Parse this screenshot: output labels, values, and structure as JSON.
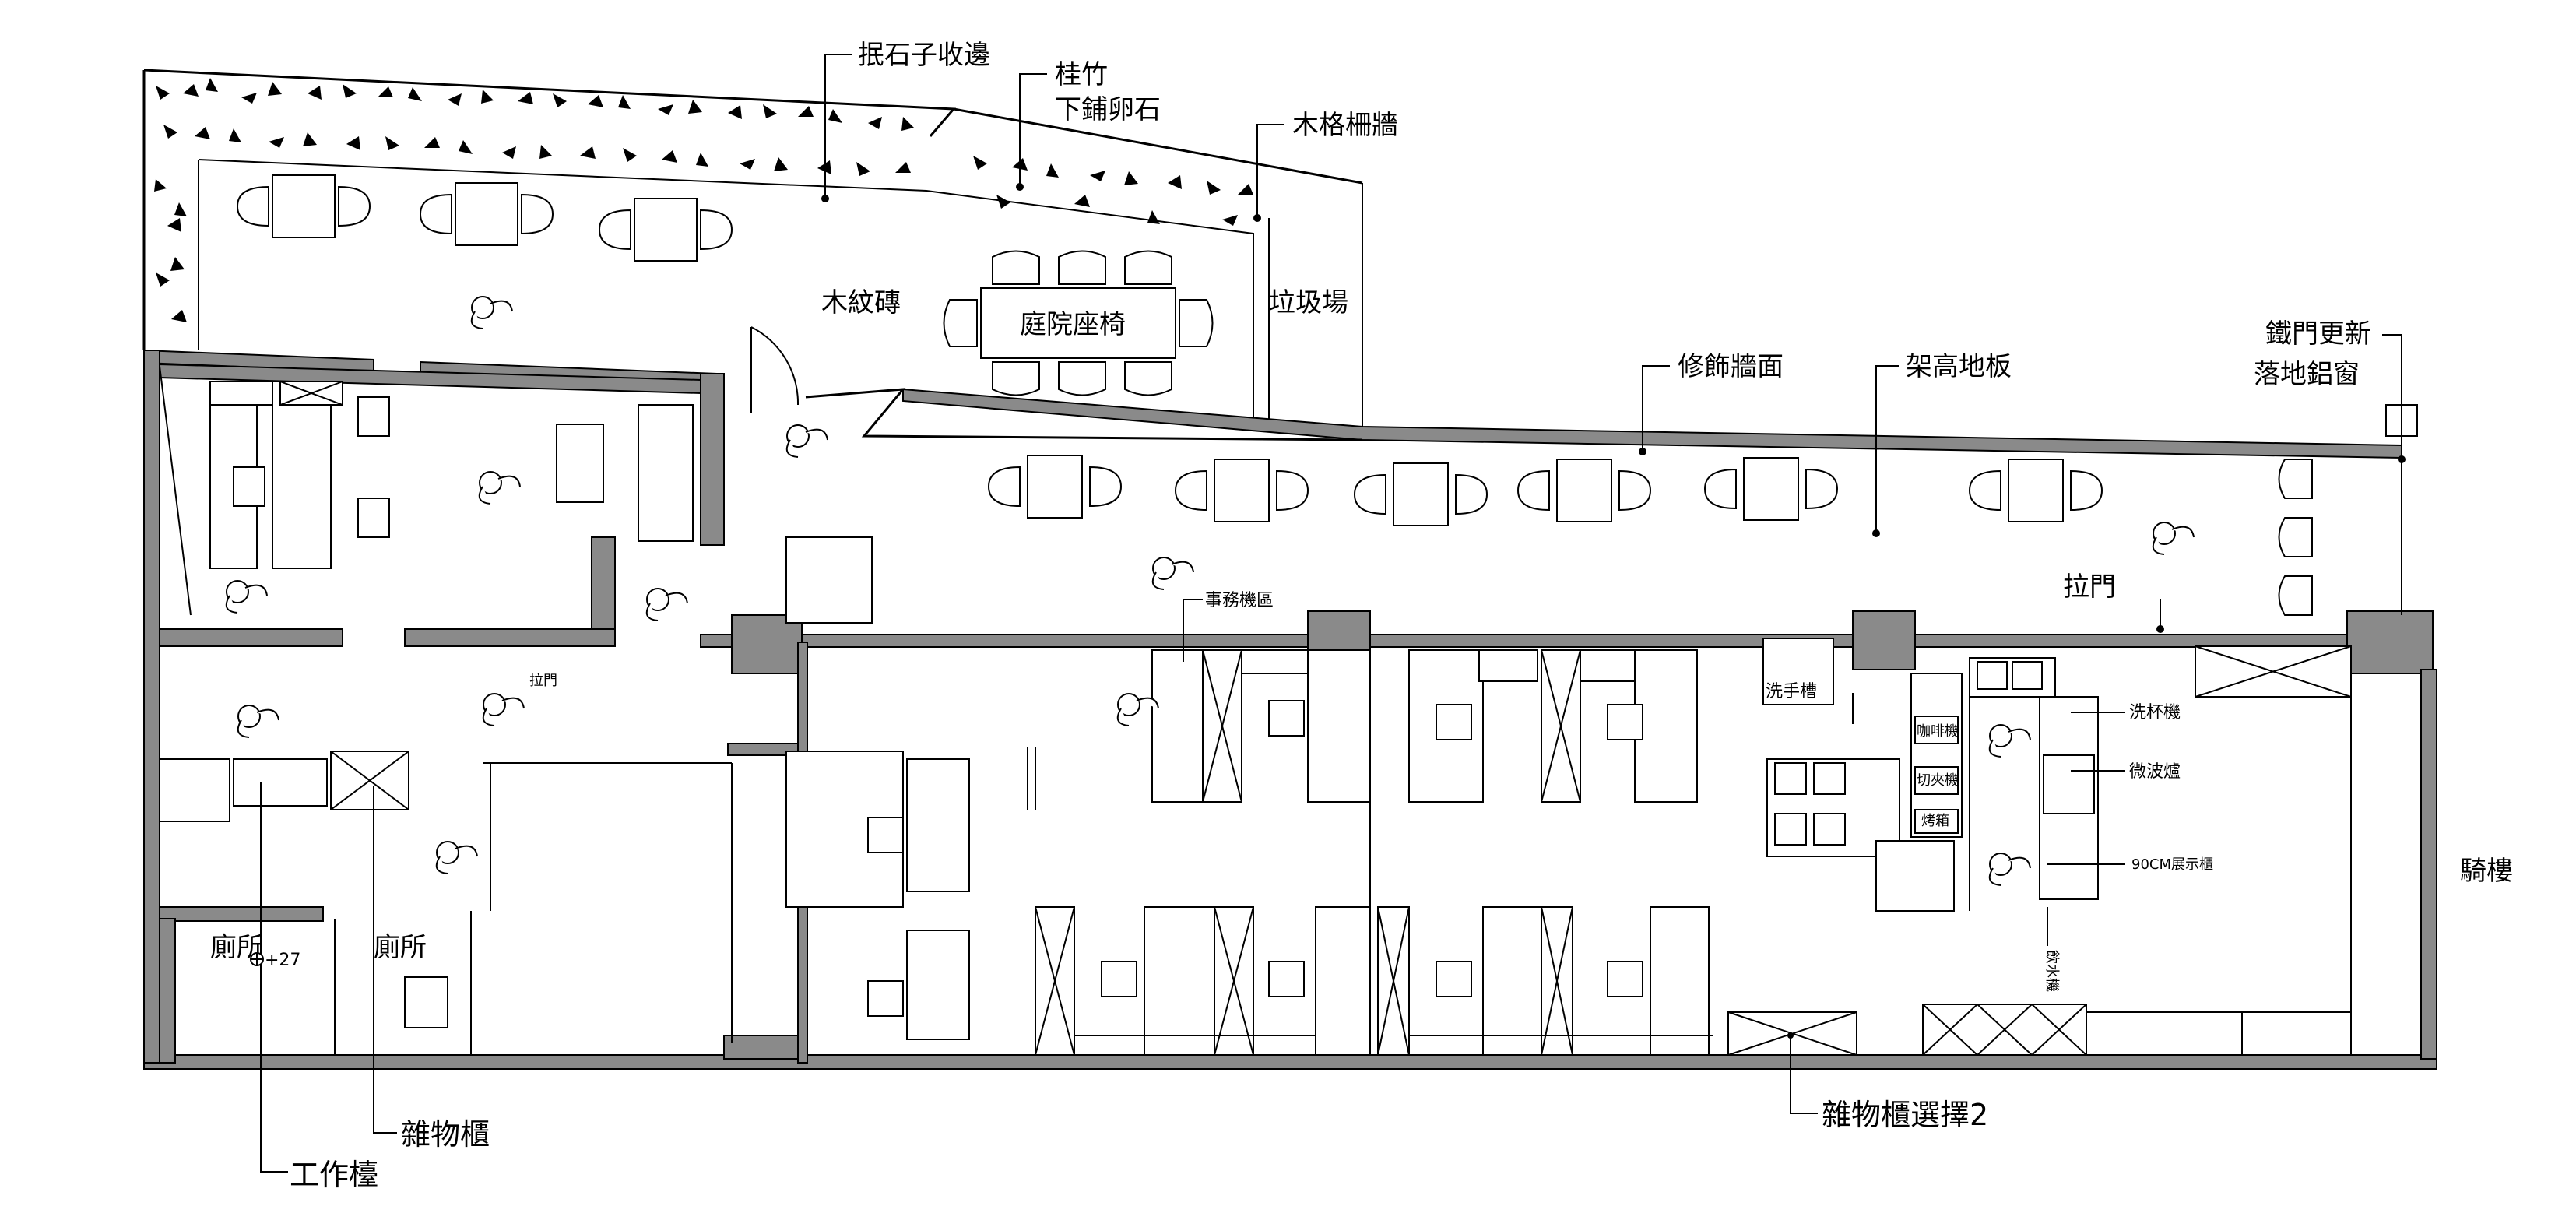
{
  "labels": {
    "pebble_edge": "抿石子收邊",
    "bamboo_line1": "桂竹",
    "bamboo_line2": "下鋪卵石",
    "wood_fence_wall": "木格柵牆",
    "wood_grain_tile": "木紋磚",
    "courtyard_seating": "庭院座椅",
    "garbage_area": "垃圾場",
    "decor_wall": "修飾牆面",
    "raised_floor": "架高地板",
    "iron_door_line1": "鐵門更新",
    "iron_door_line2": "落地鋁窗",
    "sliding_door_main": "拉門",
    "sliding_door_small": "拉門",
    "office_machine_area": "事務機區",
    "hand_wash_sink": "洗手槽",
    "cup_washer": "洗杯機",
    "microwave": "微波爐",
    "display_cabinet": "90CM展示櫃",
    "coffee_machine": "咖啡機",
    "shredder": "切夾機",
    "oven": "烤箱",
    "water_dispenser": "飲水機",
    "arcade": "騎樓",
    "toilet_left": "廁所",
    "toilet_right": "廁所",
    "elevation_mark": "+27",
    "storage_cabinet": "雜物櫃",
    "work_counter": "工作檯",
    "storage_option2": "雜物櫃選擇2"
  }
}
